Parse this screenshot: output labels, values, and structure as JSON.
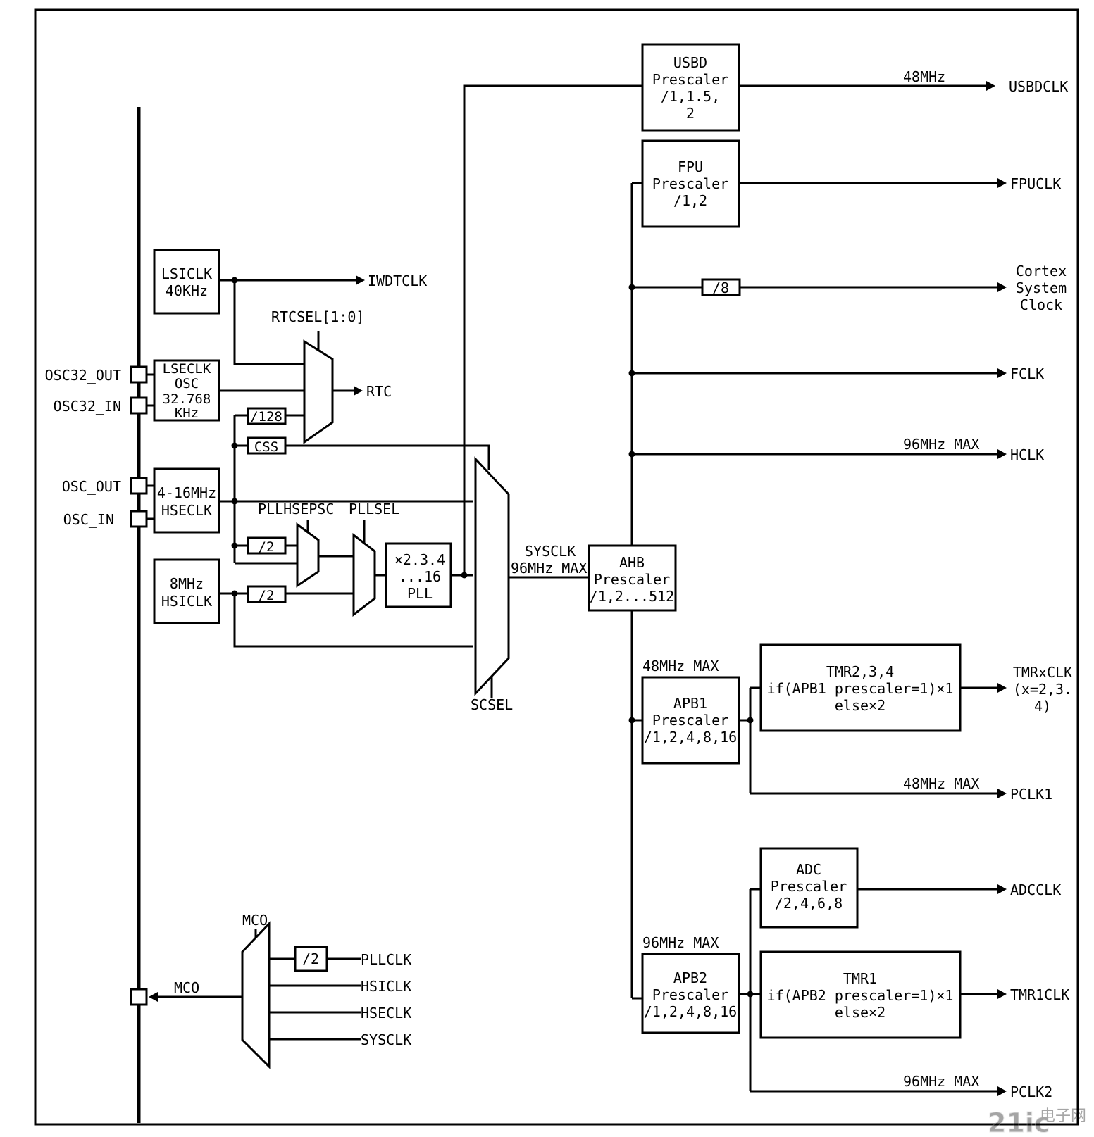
{
  "oscillators": {
    "lsi": [
      "LSICLK",
      "40KHz"
    ],
    "lse": [
      "LSECLK",
      "OSC",
      "32.768",
      "KHz"
    ],
    "hse": [
      "4-16MHz",
      "HSECLK"
    ],
    "hsi": [
      "8MHz",
      "HSICLK"
    ]
  },
  "pins": {
    "osc32_out": "OSC32_OUT",
    "osc32_in": "OSC32_IN",
    "osc_out": "OSC_OUT",
    "osc_in": "OSC_IN"
  },
  "dividers": {
    "lse_128": "/128",
    "css": "CSS",
    "hse_div2": "/2",
    "hsi_div2": "/2",
    "cortex_div8": "/8",
    "mco_div2": "/2"
  },
  "selectors": {
    "rtcsel": "RTCSEL[1:0]",
    "pllhsepsc": "PLLHSEPSC",
    "pllsel": "PLLSEL",
    "scsel": "SCSEL",
    "mco_title": "MCO"
  },
  "pll": [
    "×2.3.4",
    "...16",
    "PLL"
  ],
  "sysclk": [
    "SYSCLK",
    "96MHz MAX"
  ],
  "prescalers": {
    "ahb": [
      "AHB",
      "Prescaler",
      "/1,2...512"
    ],
    "usbd": [
      "USBD",
      "Prescaler",
      "/1,1.5,",
      "2"
    ],
    "fpu": [
      "FPU",
      "Prescaler",
      "/1,2"
    ],
    "apb1": [
      "APB1",
      "Prescaler",
      "/1,2,4,8,16"
    ],
    "apb2": [
      "APB2",
      "Prescaler",
      "/1,2,4,8,16"
    ],
    "adc": [
      "ADC",
      "Prescaler",
      "/2,4,6,8"
    ],
    "tmr234": [
      "TMR2,3,4",
      "if(APB1 prescaler=1)×1",
      "else×2"
    ],
    "tmr1": [
      "TMR1",
      "if(APB2 prescaler=1)×1",
      "else×2"
    ]
  },
  "freq_labels": {
    "usbd": "48MHz",
    "hclk": "96MHz MAX",
    "apb1": "48MHz MAX",
    "pclk1": "48MHz MAX",
    "apb2": "96MHz MAX",
    "pclk2": "96MHz MAX"
  },
  "outputs": {
    "iwdtclk": "IWDTCLK",
    "rtc": "RTC",
    "usbdclk": "USBDCLK",
    "fpuclk": "FPUCLK",
    "cortex": [
      "Cortex",
      "System",
      "Clock"
    ],
    "fclk": "FCLK",
    "hclk": "HCLK",
    "tmrxclk": [
      "TMRxCLK",
      "(x=2,3.",
      "4)"
    ],
    "pclk1": "PCLK1",
    "adcclk": "ADCCLK",
    "tmr1clk": "TMR1CLK",
    "pclk2": "PCLK2"
  },
  "mco": {
    "pin_label": "MCO",
    "inputs": [
      "PLLCLK",
      "HSICLK",
      "HSECLK",
      "SYSCLK"
    ]
  },
  "watermark": {
    "brand": "21ic",
    "sub": "电子网"
  }
}
